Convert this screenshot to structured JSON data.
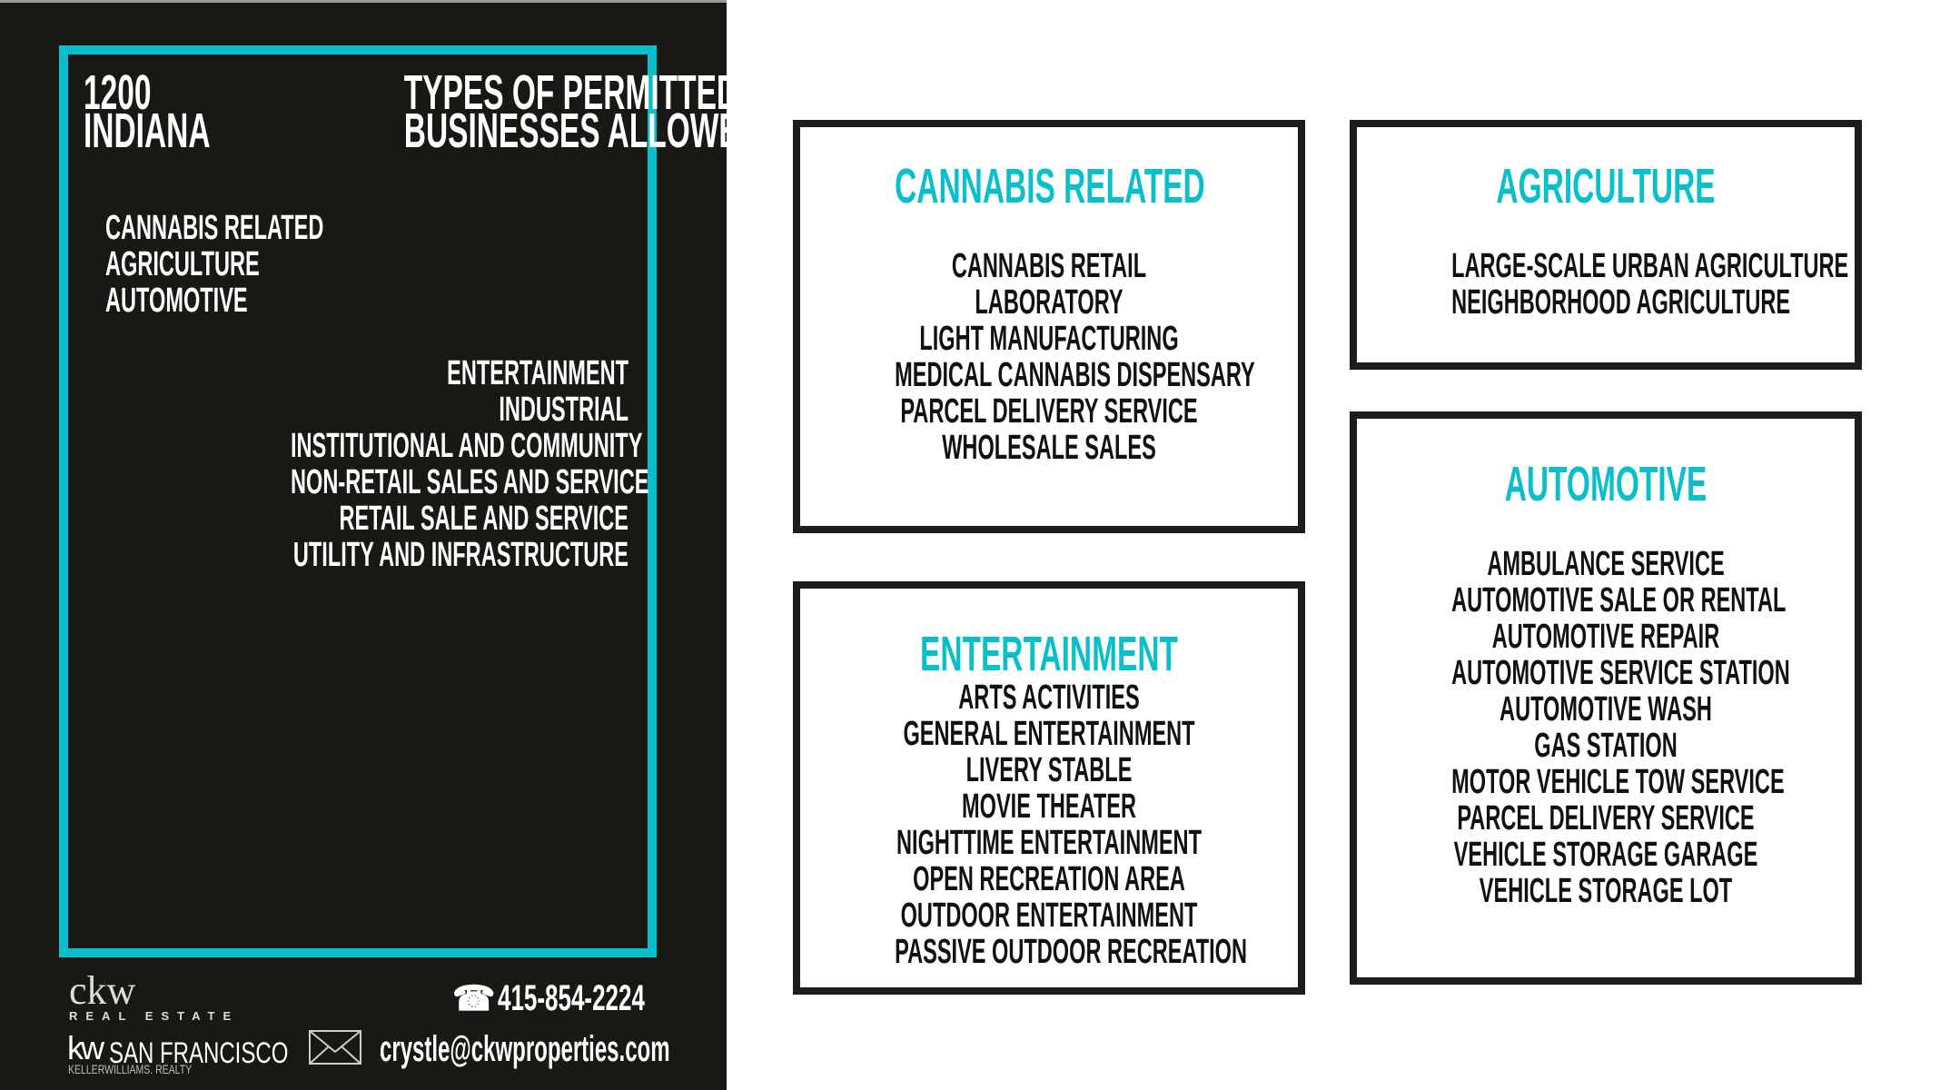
{
  "header": {
    "left_line1": "1200",
    "left_line2": "INDIANA",
    "right_line1": "TYPES OF PERMITTED",
    "right_line2": "BUSINESSES ALLOWED"
  },
  "left_list": [
    "CANNABIS RELATED",
    "AGRICULTURE",
    "AUTOMOTIVE"
  ],
  "right_list": [
    "ENTERTAINMENT",
    "INDUSTRIAL",
    "INSTITUTIONAL AND COMMUNITY",
    "NON-RETAIL SALES AND SERVICE",
    "RETAIL SALE AND SERVICE",
    "UTILITY AND INFRASTRUCTURE"
  ],
  "cards": {
    "cannabis": {
      "title": "CANNABIS RELATED",
      "items": [
        "CANNABIS RETAIL",
        "LABORATORY",
        "LIGHT MANUFACTURING",
        "MEDICAL CANNABIS DISPENSARY",
        "PARCEL DELIVERY SERVICE",
        "WHOLESALE SALES"
      ]
    },
    "agriculture": {
      "title": "AGRICULTURE",
      "items": [
        "LARGE-SCALE URBAN AGRICULTURE",
        "NEIGHBORHOOD AGRICULTURE"
      ]
    },
    "entertainment": {
      "title": "ENTERTAINMENT",
      "items": [
        "ARTS ACTIVITIES",
        "GENERAL ENTERTAINMENT",
        "LIVERY STABLE",
        "MOVIE THEATER",
        "NIGHTTIME ENTERTAINMENT",
        "OPEN RECREATION AREA",
        "OUTDOOR ENTERTAINMENT",
        "PASSIVE OUTDOOR RECREATION"
      ]
    },
    "automotive": {
      "title": "AUTOMOTIVE",
      "items": [
        "AMBULANCE SERVICE",
        "AUTOMOTIVE SALE OR RENTAL",
        "AUTOMOTIVE REPAIR",
        "AUTOMOTIVE SERVICE STATION",
        "AUTOMOTIVE WASH",
        "GAS STATION",
        "MOTOR VEHICLE TOW SERVICE",
        "PARCEL DELIVERY SERVICE",
        "VEHICLE STORAGE GARAGE",
        "VEHICLE STORAGE LOT"
      ]
    }
  },
  "footer": {
    "logo_ckw": "ckw",
    "logo_real_estate": "REAL ESTATE",
    "logo_kw": "kw",
    "logo_sf": "SAN FRANCISCO",
    "logo_keller": "KELLERWILLIAMS. REALTY",
    "phone": "415-854-2224",
    "email": "crystle@ckwproperties.com",
    "phone_icon": "phone-icon",
    "email_icon": "envelope-icon"
  },
  "colors": {
    "accent": "#0abfcc",
    "panel": "#1a1814"
  }
}
